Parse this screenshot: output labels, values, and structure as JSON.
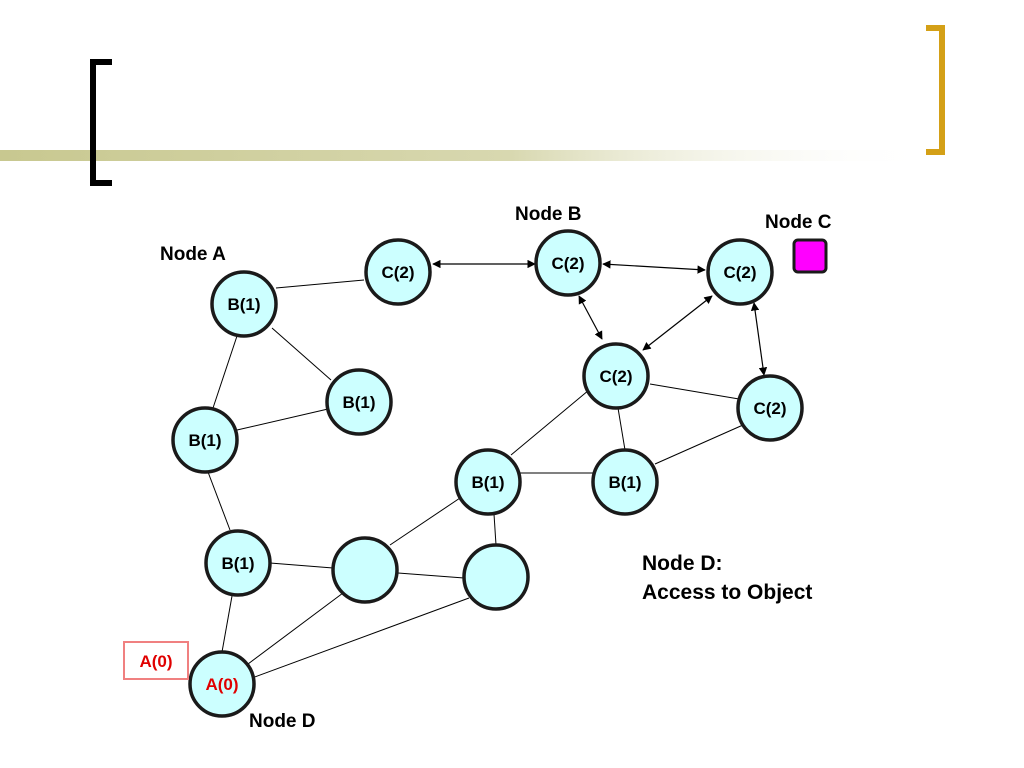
{
  "labels": {
    "node_a": "Node A",
    "node_b": "Node B",
    "node_c": "Node C",
    "node_d": "Node D",
    "annotation_line1": "Node D:",
    "annotation_line2": "Access to Object",
    "pointer_box": "A(0)"
  },
  "nodes": [
    {
      "id": "b1_top",
      "label": "B(1)"
    },
    {
      "id": "c2_left",
      "label": "C(2)"
    },
    {
      "id": "c2_mid",
      "label": "C(2)"
    },
    {
      "id": "c2_right",
      "label": "C(2)"
    },
    {
      "id": "b1_tri",
      "label": "B(1)"
    },
    {
      "id": "b1_left",
      "label": "B(1)"
    },
    {
      "id": "c2_center",
      "label": "C(2)"
    },
    {
      "id": "c2_far",
      "label": "C(2)"
    },
    {
      "id": "b1_center",
      "label": "B(1)"
    },
    {
      "id": "b1_right",
      "label": "B(1)"
    },
    {
      "id": "b1_low",
      "label": "B(1)"
    },
    {
      "id": "empty_1",
      "label": ""
    },
    {
      "id": "empty_2",
      "label": ""
    },
    {
      "id": "a0",
      "label": "A(0)"
    }
  ],
  "colors": {
    "node_fill": "#ccffff",
    "node_stroke": "#1a1a1a",
    "node_c_marker": "#ff00ff",
    "highlight_red": "#e00000",
    "pointer_box_border": "#f08080",
    "bracket_gold": "#d4a017",
    "bar_olive": "#c8c890"
  }
}
